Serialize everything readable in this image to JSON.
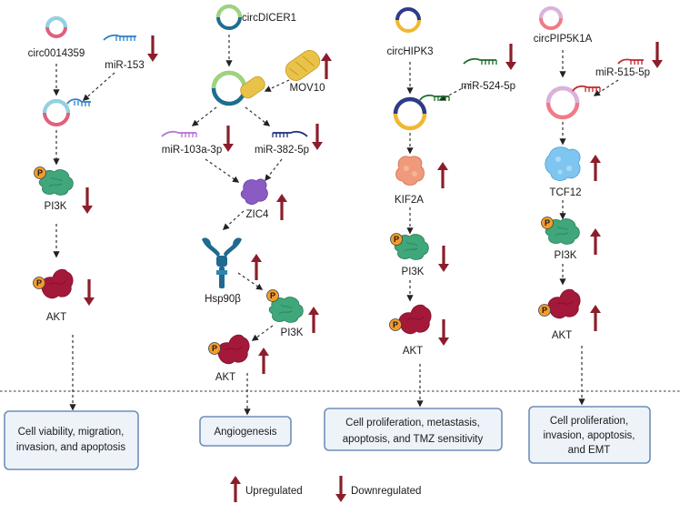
{
  "columns": [
    {
      "circ": "circ0014359",
      "mirnas": [
        "miR-153"
      ],
      "effectors": [
        "PI3K",
        "AKT"
      ],
      "outcome_lines": [
        "Cell viability, migration,",
        "invasion, and apoptosis"
      ]
    },
    {
      "circ": "circDICER1",
      "binding_protein": "MOV10",
      "mirnas": [
        "miR-103a-3p",
        "miR-382-5p"
      ],
      "effectors": [
        "ZIC4",
        "Hsp90β",
        "PI3K",
        "AKT"
      ],
      "outcome_lines": [
        "Angiogenesis"
      ]
    },
    {
      "circ": "circHIPK3",
      "mirnas": [
        "miR-524-5p"
      ],
      "effectors": [
        "KIF2A",
        "PI3K",
        "AKT"
      ],
      "outcome_lines": [
        "Cell proliferation, metastasis,",
        "apoptosis, and TMZ sensitivity"
      ]
    },
    {
      "circ": "circPIP5K1A",
      "mirnas": [
        "miR-515-5p"
      ],
      "effectors": [
        "TCF12",
        "PI3K",
        "AKT"
      ],
      "outcome_lines": [
        "Cell proliferation,",
        "invasion, apoptosis,",
        "and EMT"
      ]
    }
  ],
  "phospho_label": "P",
  "legend": {
    "up": "Upregulated",
    "down": "Downregulated"
  },
  "colors": {
    "arrow": "#8b1e2b",
    "outcome_border": "#6f8fb8",
    "outcome_fill": "#eef3fa",
    "pi3k": "#3fa77a",
    "akt": "#a4183a",
    "phospho": "#f39c2b"
  }
}
